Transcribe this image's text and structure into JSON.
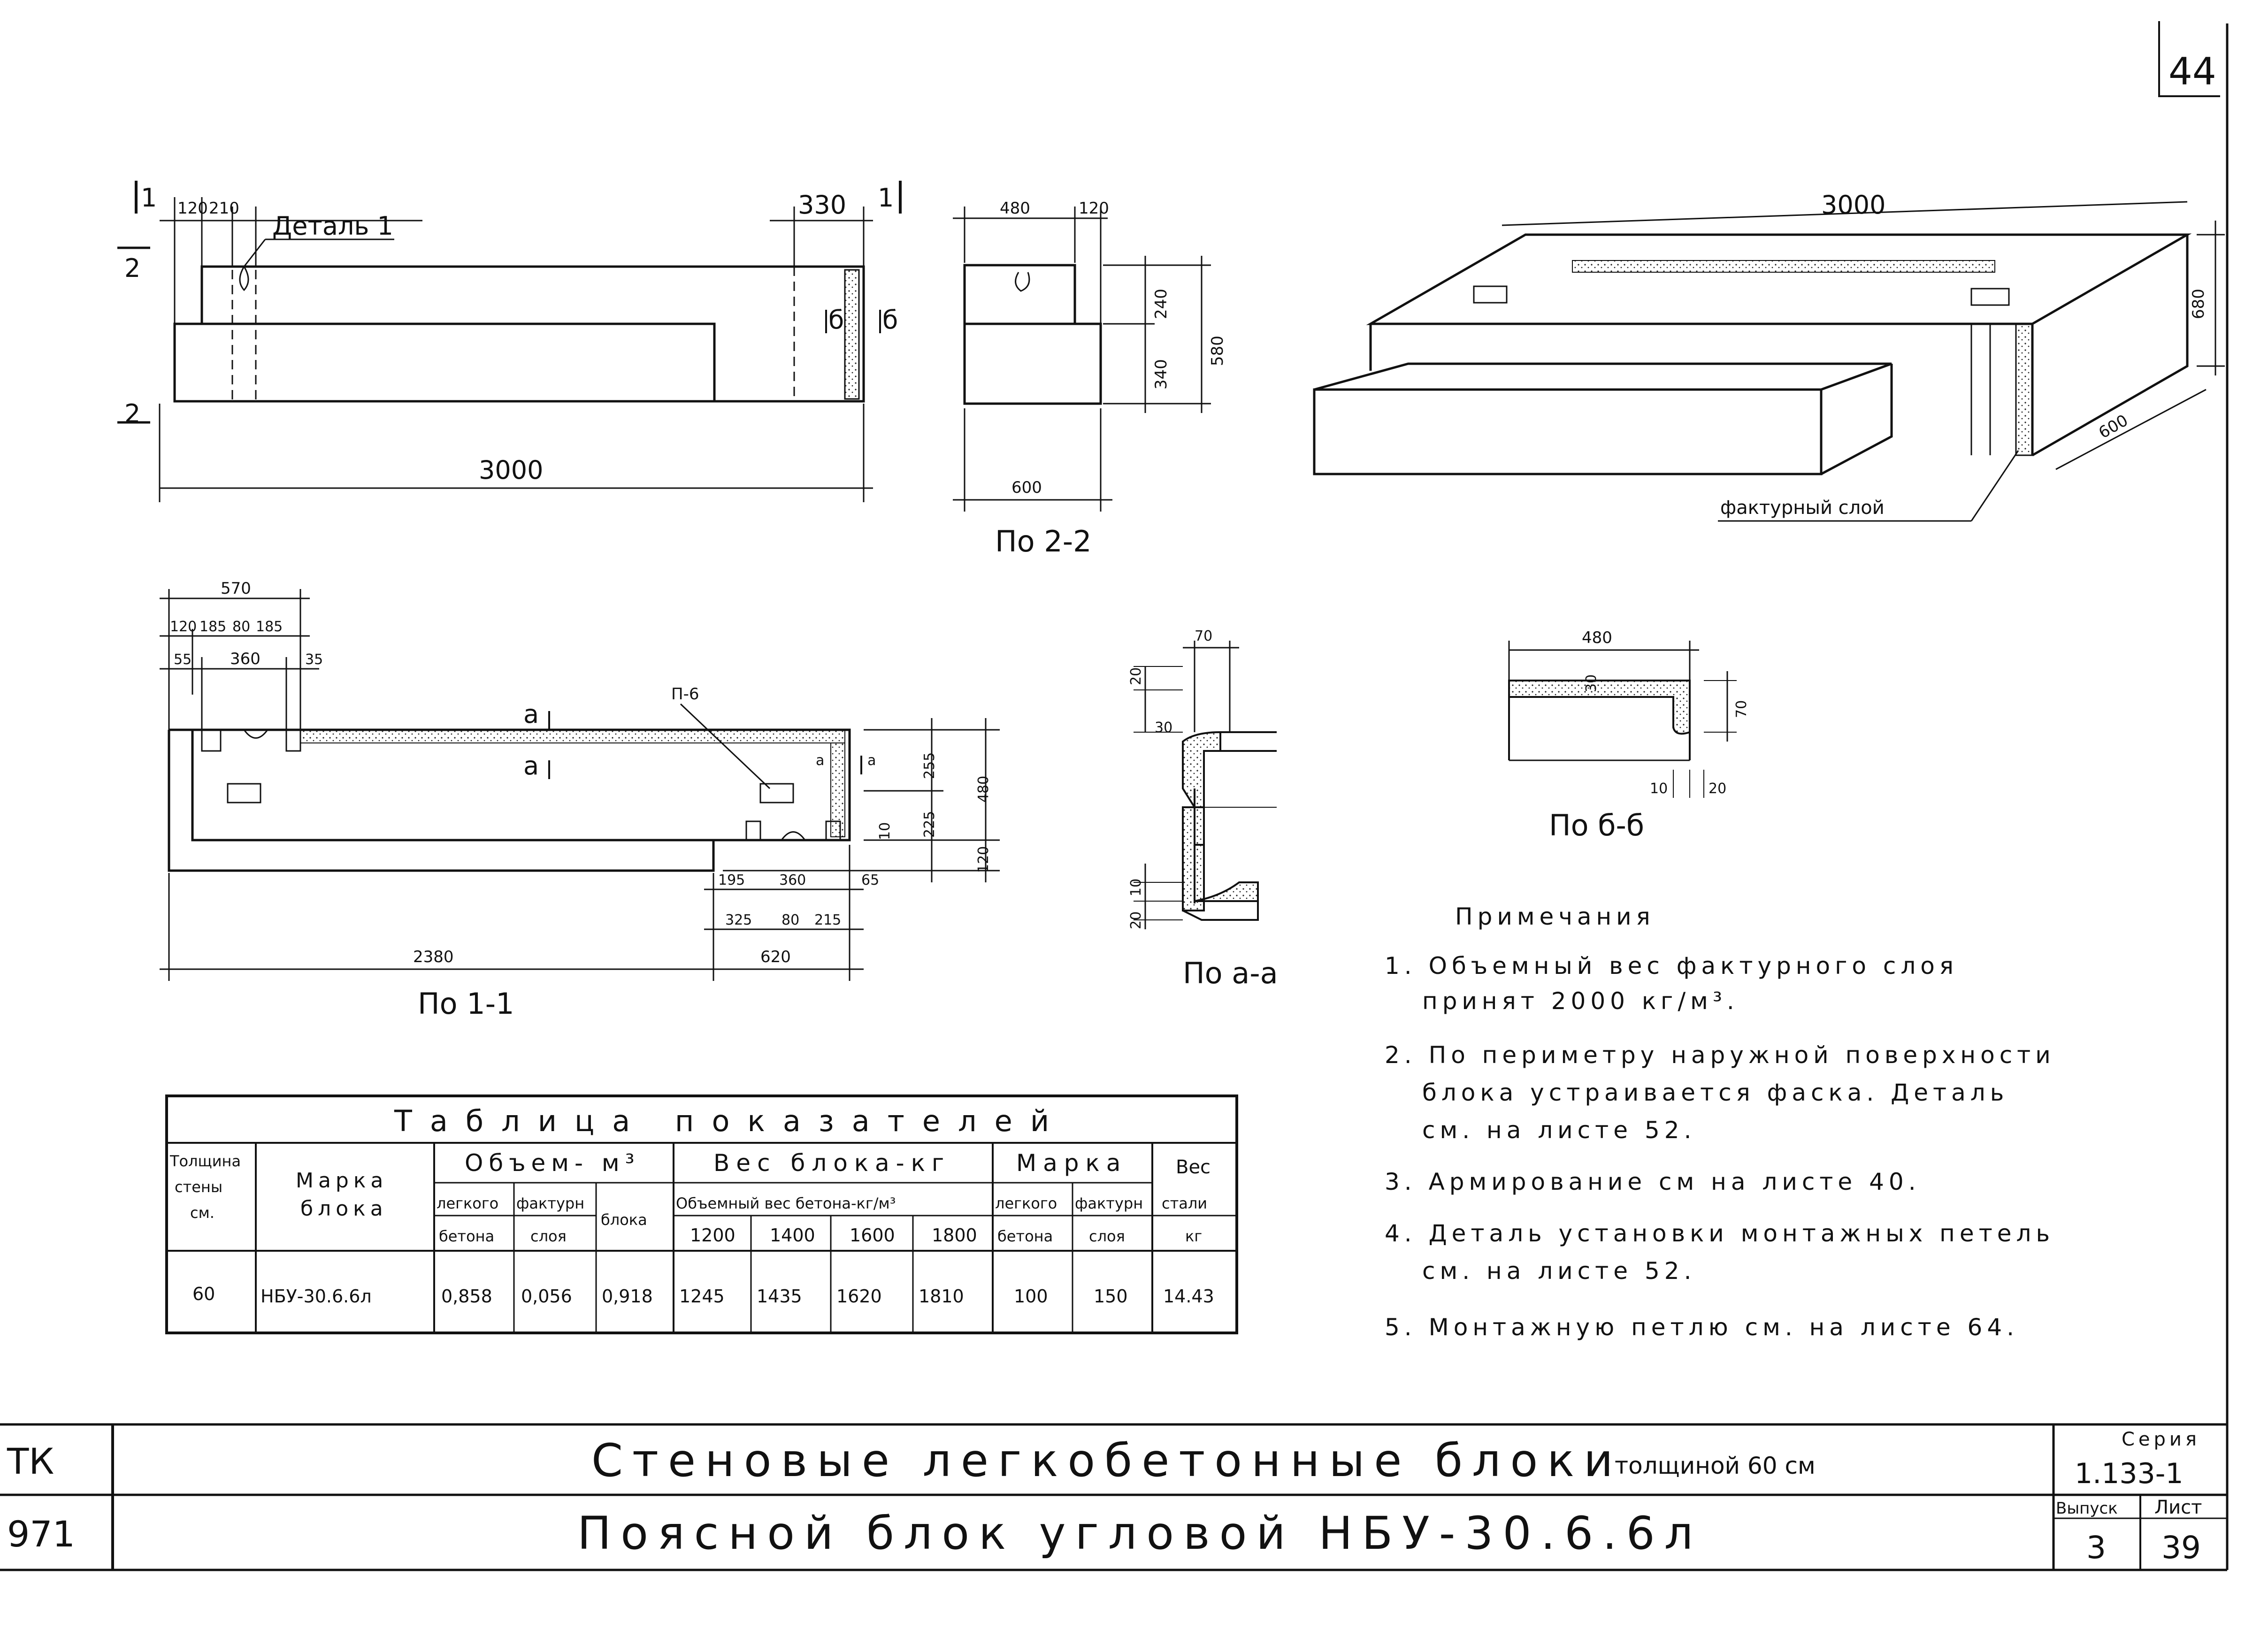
{
  "sheet_number": "44",
  "side_view": {
    "detail_label": "Деталь 1",
    "dims": [
      "120",
      "210",
      "330",
      "3000"
    ],
    "section_marks": [
      "1",
      "1",
      "2",
      "2",
      "б",
      "б"
    ]
  },
  "section_2_2": {
    "caption": "По 2-2",
    "dims": [
      "480",
      "120",
      "240",
      "340",
      "580",
      "600"
    ]
  },
  "isometric": {
    "dims": [
      "3000",
      "680",
      "600"
    ],
    "leader_label": "фактурный слой"
  },
  "section_1_1": {
    "caption": "По 1-1",
    "dims_top": [
      "570",
      "120",
      "185",
      "80",
      "185",
      "55",
      "360",
      "35"
    ],
    "dims_right": [
      "255",
      "480",
      "10",
      "225",
      "120"
    ],
    "dims_bottom": [
      "195",
      "360",
      "65",
      "325",
      "80",
      "215",
      "2380",
      "620"
    ],
    "marks": [
      "а",
      "а",
      "а",
      "а"
    ],
    "loop_label": "П-6"
  },
  "section_a_a": {
    "caption": "По а-а",
    "dims": [
      "70",
      "20",
      "30",
      "10",
      "20"
    ]
  },
  "section_b_b": {
    "caption": "По б-б",
    "dims": [
      "480",
      "30",
      "70",
      "10",
      "20"
    ]
  },
  "notes": {
    "heading": "Примечания",
    "items": [
      [
        "1. Объемный вес фактурного слоя",
        "принят 2000 кг/м³."
      ],
      [
        "2. По периметру наружной поверхности",
        "блока устраивается фаска. Деталь",
        "см. на листе 52."
      ],
      [
        "3. Армирование см на листе 40."
      ],
      [
        "4. Деталь установки монтажных петель",
        "см. на листе 52."
      ],
      [
        "5. Монтажную петлю см. на листе 64."
      ]
    ]
  },
  "table": {
    "title": "Таблица показателей",
    "h_thickness": [
      "Толщина",
      "стены",
      "см."
    ],
    "h_mark": [
      "Марка",
      "блока"
    ],
    "h_volume": "Объем- м³",
    "h_volume_sub": [
      [
        "легкого",
        "бетона"
      ],
      [
        "фактурн",
        "слоя"
      ],
      [
        "блока"
      ]
    ],
    "h_weight": "Вес блока-кг",
    "h_weight_sub": "Объемный вес бетона-кг/м³",
    "h_weight_cols": [
      "1200",
      "1400",
      "1600",
      "1800"
    ],
    "h_grade": "Марка",
    "h_grade_sub": [
      [
        "легкого",
        "бетона"
      ],
      [
        "фактурн",
        "слоя"
      ]
    ],
    "h_steel": [
      "Вес",
      "стали",
      "кг"
    ],
    "row": [
      "60",
      "НБУ-30.6.6л",
      "0,858",
      "0,056",
      "0,918",
      "1245",
      "1435",
      "1620",
      "1810",
      "100",
      "150",
      "14.43"
    ]
  },
  "title_block": {
    "org": "ТК",
    "code": "971",
    "title1": "Стеновые легкобетонные блоки",
    "title1_suffix": "толщиной 60 см",
    "title2": "Поясной блок угловой НБУ-30.6.6л",
    "series_label": "Серия",
    "series_value": "1.133-1",
    "issue_label": "Выпуск",
    "issue_value": "3",
    "sheet_label": "Лист",
    "sheet_value": "39"
  }
}
